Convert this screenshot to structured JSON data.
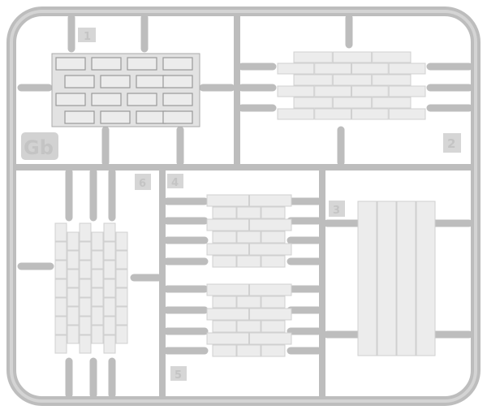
{
  "sprue": {
    "code": "Gb",
    "part_numbers": [
      "1",
      "2",
      "3",
      "4",
      "5",
      "6"
    ]
  },
  "colors": {
    "plastic": "#bdbdbd",
    "plastic_light": "#d4d4d4",
    "brick": "#ececec",
    "background": "#ffffff"
  }
}
